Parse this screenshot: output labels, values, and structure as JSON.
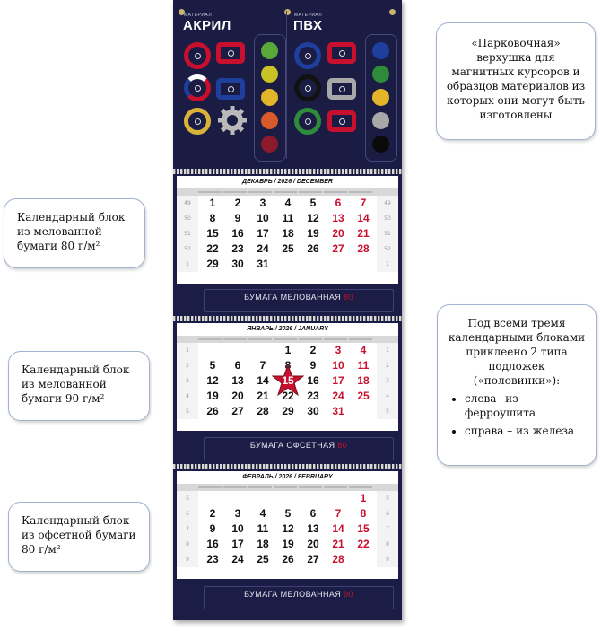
{
  "callouts": {
    "top_right": "«Парковочная» верхушка для магнитных курсоров и образцов материалов из которых они могут быть изготовлены",
    "left_1_line1": "Календарный блок",
    "left_1_line2": "из мелованной",
    "left_1_line3": "бумаги 80 г/м²",
    "left_2_line1": "Календарный блок",
    "left_2_line2": "из мелованной",
    "left_2_line3": "бумаги 90 г/м²",
    "left_3_line1": "Календарный блок",
    "left_3_line2": "из офсетной бумаги",
    "left_3_line3": "80 г/м²",
    "right_mid_intro": "Под всеми тремя календарными блоками приклеено 2 типа подложек («половинки»):",
    "right_mid_bullets": [
      "слева –из ферроушита",
      "справа – из железа"
    ]
  },
  "header": {
    "left_small": "МАТЕРИАЛ",
    "left_big": "АКРИЛ",
    "right_small": "МАТЕРИАЛ",
    "right_big": "ПВХ"
  },
  "colors": {
    "calendar_bg": "#1b1d47",
    "accent_red": "#c8102e",
    "swatches_left": [
      "#5aa83a",
      "#c9c227",
      "#e3b62a",
      "#d85a2a",
      "#8b1a2a"
    ],
    "swatches_right": [
      "#1f3f9e",
      "#2e8b3a",
      "#e3b62a",
      "#a8a8a8",
      "#0a0a0a"
    ]
  },
  "months": [
    {
      "title": "ДЕКАБРЬ / 2026 / DECEMBER",
      "weeks_left": [
        "49",
        "50",
        "51",
        "52",
        "1"
      ],
      "weeks_right": [
        "49",
        "50",
        "51",
        "52",
        "1"
      ],
      "rows": [
        [
          "1",
          "2",
          "3",
          "4",
          "5",
          "6",
          "7"
        ],
        [
          "8",
          "9",
          "10",
          "11",
          "12",
          "13",
          "14"
        ],
        [
          "15",
          "16",
          "17",
          "18",
          "19",
          "20",
          "21"
        ],
        [
          "22",
          "23",
          "24",
          "25",
          "26",
          "27",
          "28"
        ],
        [
          "29",
          "30",
          "31",
          "",
          "",
          "",
          ""
        ]
      ],
      "footer_title": "БУМАГА МЕЛОВАННАЯ",
      "footer_weight": "80"
    },
    {
      "title": "ЯНВАРЬ / 2026 / JANUARY",
      "weeks_left": [
        "1",
        "2",
        "3",
        "4",
        "5"
      ],
      "weeks_right": [
        "1",
        "2",
        "3",
        "4",
        "5"
      ],
      "rows": [
        [
          "",
          "",
          "",
          "1",
          "2",
          "3",
          "4"
        ],
        [
          "5",
          "6",
          "7",
          "8",
          "9",
          "10",
          "11"
        ],
        [
          "12",
          "13",
          "14",
          "15",
          "16",
          "17",
          "18"
        ],
        [
          "19",
          "20",
          "21",
          "22",
          "23",
          "24",
          "25"
        ],
        [
          "26",
          "27",
          "28",
          "29",
          "30",
          "31",
          ""
        ]
      ],
      "footer_title": "БУМАГА ОФСЕТНАЯ",
      "footer_weight": "80"
    },
    {
      "title": "ФЕВРАЛЬ / 2026 / FEBRUARY",
      "weeks_left": [
        "5",
        "6",
        "7",
        "8",
        "9"
      ],
      "weeks_right": [
        "5",
        "6",
        "7",
        "8",
        "9"
      ],
      "rows": [
        [
          "",
          "",
          "",
          "",
          "",
          "",
          "1"
        ],
        [
          "2",
          "3",
          "4",
          "5",
          "6",
          "7",
          "8"
        ],
        [
          "9",
          "10",
          "11",
          "12",
          "13",
          "14",
          "15"
        ],
        [
          "16",
          "17",
          "18",
          "19",
          "20",
          "21",
          "22"
        ],
        [
          "23",
          "24",
          "25",
          "26",
          "27",
          "28",
          ""
        ]
      ],
      "footer_title": "БУМАГА МЕЛОВАННАЯ",
      "footer_weight": "90"
    }
  ]
}
